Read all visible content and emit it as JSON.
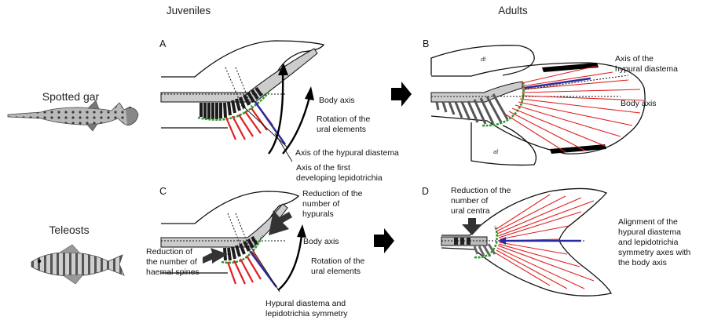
{
  "headers": {
    "juveniles": "Juveniles",
    "adults": "Adults"
  },
  "rows": {
    "gar": "Spotted gar",
    "teleosts": "Teleosts"
  },
  "panels": {
    "a": "A",
    "b": "B",
    "c": "C",
    "d": "D"
  },
  "labels": {
    "body_axis": "Body axis",
    "a_rotation_1": "Rotation of the",
    "a_rotation_2": "ural elements",
    "a_hypural_axis": "Axis of the hypural diastema",
    "a_lepido_1": "Axis of the first",
    "a_lepido_2": "developing lepidotrichia",
    "b_axis_1": "Axis of the",
    "b_axis_2": "hypural diastema",
    "b_df": "df",
    "b_af": "af",
    "c_hypurals_1": "Reduction of the",
    "c_hypurals_2": "number of",
    "c_hypurals_3": "hypurals",
    "c_haemal_1": "Reduction of",
    "c_haemal_2": "the number of",
    "c_haemal_3": "haemal spines",
    "c_rotation_1": "Rotation of the",
    "c_rotation_2": "ural elements",
    "c_symmetry_1": "Hypural diastema and",
    "c_symmetry_2": "lepidotrichia symmetry",
    "d_centra_1": "Reduction of the",
    "d_centra_2": "number of",
    "d_centra_3": "ural centra",
    "d_align_1": "Alignment of the",
    "d_align_2": "hypural diastema",
    "d_align_3": "and lepidotrichia",
    "d_align_4": "symmetry axes with",
    "d_align_5": "the body axis"
  },
  "colors": {
    "rays": "#e02020",
    "diastema_axis": "#2a2aa0",
    "cartilage": "#2e9a2e",
    "bone": "#1c1c1c"
  }
}
